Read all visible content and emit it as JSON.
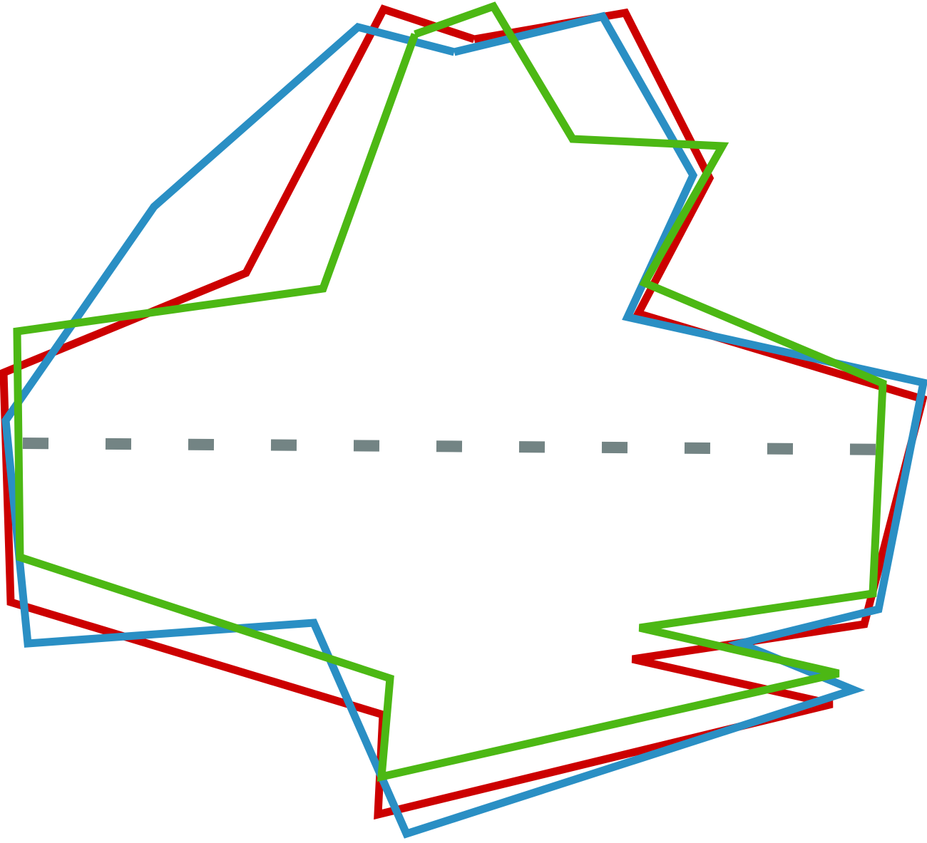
{
  "diagram": {
    "shapes": [
      {
        "name": "red-outline",
        "color": "#cc0000"
      },
      {
        "name": "blue-outline",
        "color": "#2a8fc4"
      },
      {
        "name": "green-outline",
        "color": "#4cb814"
      }
    ],
    "reference_line": {
      "name": "horizontal-dashed-line",
      "color": "#738484",
      "style": "dashed"
    }
  }
}
